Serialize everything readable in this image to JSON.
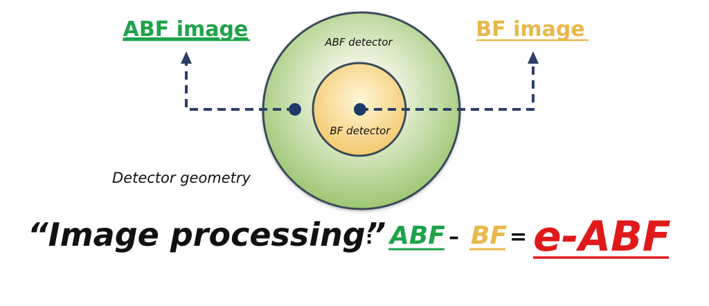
{
  "diagram": {
    "abf_image_label": "ABF image",
    "bf_image_label": "BF image",
    "abf_detector_label": "ABF detector",
    "bf_detector_label": "BF detector",
    "geometry_caption": "Detector geometry",
    "formula": {
      "prefix": "“Image processing”",
      "colon": ":",
      "term1": "ABF",
      "minus": "–",
      "term2": "BF",
      "equals": "=",
      "result": "e-ABF"
    },
    "colors": {
      "abf_green": "#1fa24a",
      "bf_yellow": "#e8b84a",
      "result_red": "#e01a1a",
      "line_navy": "#2c3e66",
      "outer_ring_edge": "#3a4a5a",
      "outer_ring_fill_light": "#e7f0d6",
      "outer_ring_fill_dark": "#98c46c",
      "inner_disk_fill_light": "#fff7d8",
      "inner_disk_fill_dark": "#f3c86a"
    }
  }
}
